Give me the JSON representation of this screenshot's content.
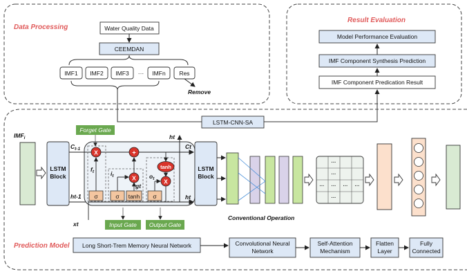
{
  "sections": {
    "data_processing": "Data Processing",
    "result_evaluation": "Result Evaluation",
    "prediction_model": "Prediction Model"
  },
  "data_processing": {
    "source": "Water Quality Data",
    "decomposition": "CEEMDAN",
    "imfs": [
      "IMF1",
      "IMF2",
      "IMF3",
      "···",
      "IMFn",
      "Res"
    ],
    "remove": "Remove"
  },
  "result_evaluation": {
    "steps": [
      "Model Performance Evaluation",
      "IMF Component Synthesis Prediction",
      "IMF Component Predication Result"
    ]
  },
  "model_label": "LSTM-CNN-SA",
  "lstm": {
    "input": "IMF",
    "input_sub": "i",
    "block": [
      "LSTM",
      "Block"
    ],
    "c_prev": "C",
    "c_prev_sub": "t-1",
    "h_prev": "ht-1",
    "ct": "Ct",
    "ht_top": "ht",
    "ht_right": "ht",
    "xt": "xt",
    "ft": "f",
    "ft_sub": "t",
    "it": "i",
    "it_sub": "t",
    "gt": "gt",
    "ot": "o",
    "ot_sub": "t",
    "sigma": "σ",
    "tanh": "tanh",
    "times": "X",
    "plus": "+",
    "forget_gate": "Forget Gate",
    "input_gate": "Input Gate",
    "output_gate": "Output Gate"
  },
  "conv_label": "Conventional Operation",
  "grid_dots": "···",
  "pipeline": {
    "lstm": "Long Short-Trem Memory Neural Network",
    "cnn": [
      "Convolutional Neural",
      "Network"
    ],
    "sa": [
      "Self-Attention",
      "Mechanism"
    ],
    "flatten": [
      "Flatten",
      "Layer"
    ],
    "fc": [
      "Fully",
      "Connected"
    ]
  },
  "colors": {
    "section_title": "#e05a5a",
    "box_fill": "#dde8f6",
    "gate_green": "#6aa84f",
    "gate_orange": "#f4c6a0",
    "operator_red": "#d9342b",
    "input_green": "#d9ead3",
    "cnn_green": "#c8e6a0",
    "cnn_purple": "#d9d2e9",
    "peach": "#fce0cc"
  }
}
